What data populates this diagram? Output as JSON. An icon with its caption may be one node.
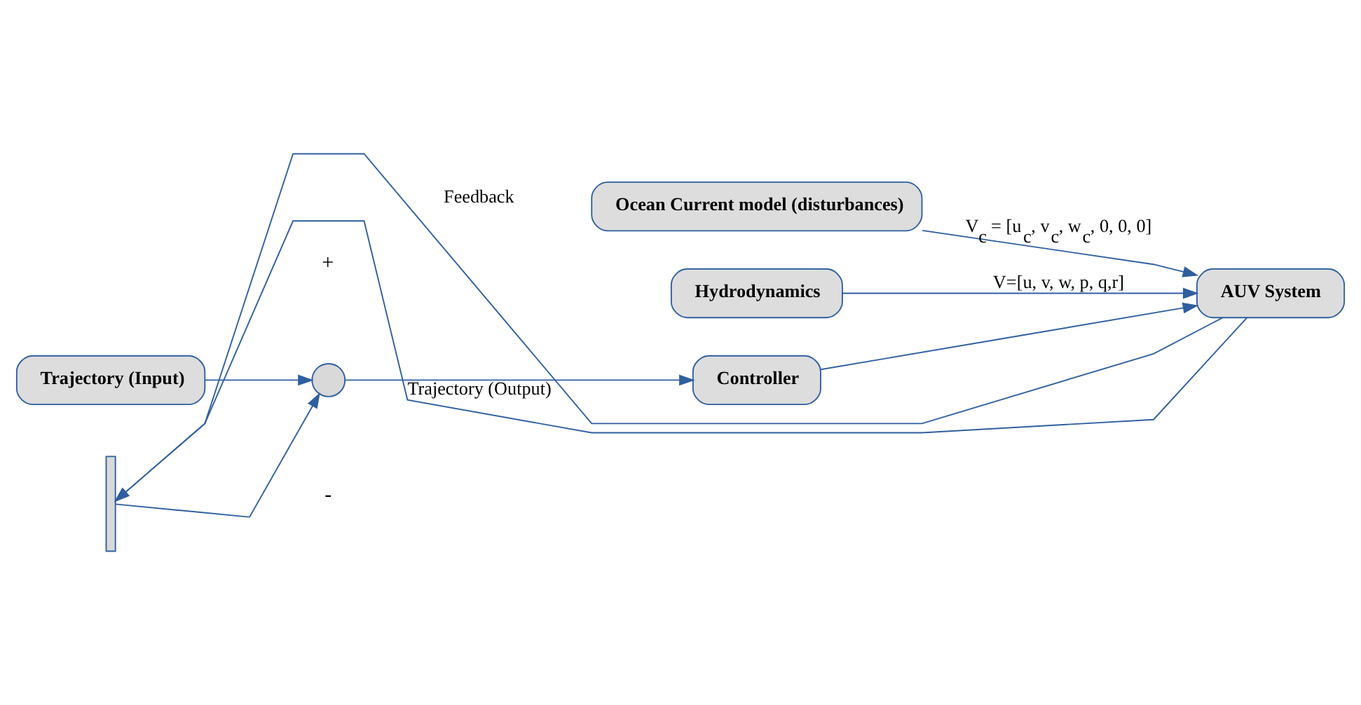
{
  "diagram": {
    "nodes": [
      {
        "text": [
          "Ocean Current model (disturbances)"
        ]
      },
      {
        "text": [
          "Hydrodynamics"
        ]
      },
      {
        "text": [
          "Trajectory (Input)"
        ]
      },
      {
        "text": [],
        "shape": "circle"
      },
      {
        "text": [
          "Controller"
        ]
      },
      {
        "text": [
          "AUV System"
        ]
      },
      {
        "text": [],
        "shape": "bar"
      }
    ],
    "edges": [
      {
        "from": 0,
        "to": 5,
        "arrow": "to",
        "label": "V$_{c}$ = [u$_{c}$, v$_{c}$, w$_{c}$, 0, 0, 0]"
      },
      {
        "from": 1,
        "to": 5,
        "arrow": "to",
        "label": "V=[u, v, w, p, q,r]"
      },
      {
        "from": 2,
        "to": 3,
        "arrow": "to"
      },
      {
        "from": 3,
        "to": 4,
        "arrow": "to"
      },
      {
        "from": 4,
        "to": 5,
        "arrow": "to"
      },
      {
        "from": 5,
        "to": 6,
        "arrow": "to",
        "label": "Feedback"
      },
      {
        "from": 5,
        "to": 6,
        "arrow": "to",
        "label": "Trajectory (Output)"
      },
      {
        "from": 6,
        "to": 3,
        "arrow": "to"
      }
    ],
    "labels": [
      "+",
      "-"
    ]
  }
}
